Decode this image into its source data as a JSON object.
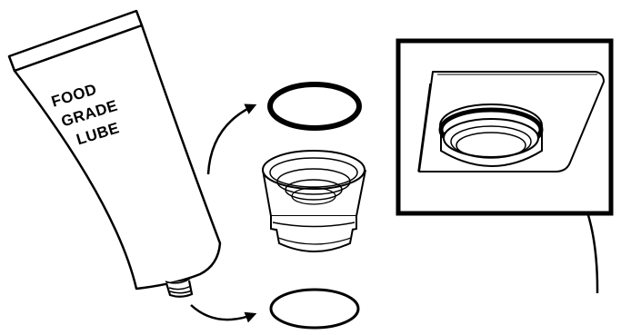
{
  "tube": {
    "label_lines": [
      "FOOD",
      "GRADE",
      "LUBE"
    ]
  },
  "colors": {
    "stroke": "#000000",
    "fill": "#ffffff"
  }
}
